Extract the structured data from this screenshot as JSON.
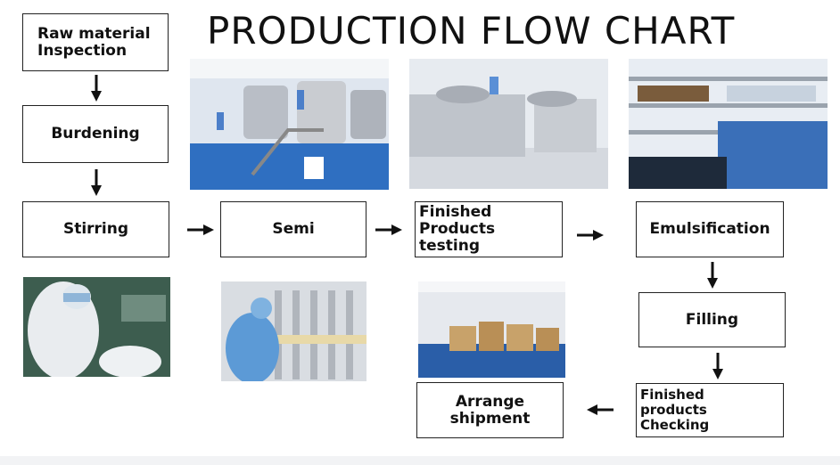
{
  "title": "PRODUCTION FLOW CHART",
  "steps": {
    "raw_material": "Raw material\nInspection",
    "burdening": "Burdening",
    "stirring": "Stirring",
    "semi": "Semi",
    "finished_testing": "Finished\nProducts testing",
    "emulsification": "Emulsification",
    "filling": "Filling",
    "finished_checking": "Finished\nproducts Checking",
    "arrange_shipment": "Arrange\nshipment"
  },
  "colors": {
    "lab_blue": "#3a6fb8",
    "floor_blue": "#1f63b5",
    "steel": "#c9ccd1",
    "border": "#222222"
  },
  "photos": [
    "factory-mixing-tanks-photo",
    "factory-tanks-hall-photo",
    "laboratory-shelves-photo",
    "workers-cleanroom-photo",
    "filling-machine-worker-photo",
    "warehouse-boxes-photo"
  ]
}
